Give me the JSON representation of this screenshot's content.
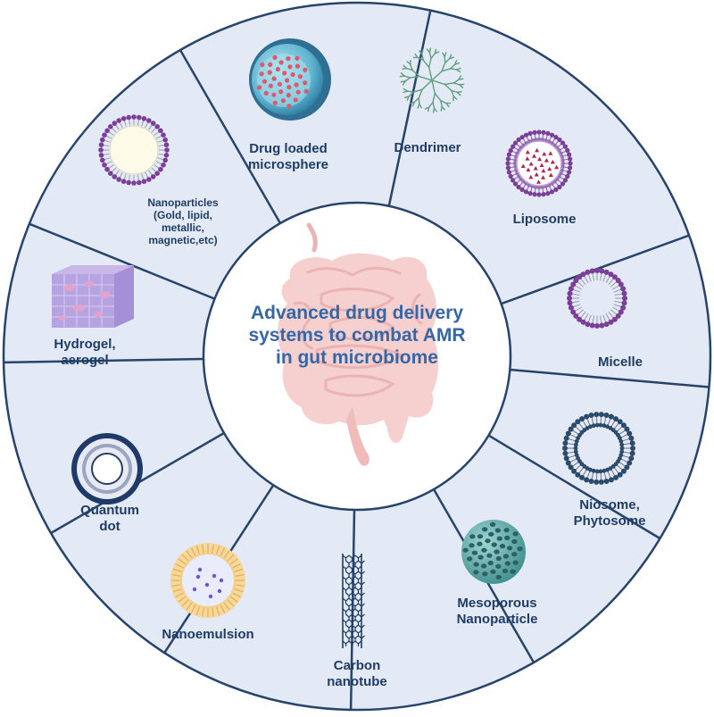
{
  "center_title": [
    "Advanced drug delivery",
    "systems to combat AMR",
    "in gut microbiome"
  ],
  "segments": [
    {
      "id": "drug-loaded-microsphere",
      "lines": [
        "Drug loaded",
        "microsphere"
      ]
    },
    {
      "id": "dendrimer",
      "lines": [
        "Dendrimer"
      ]
    },
    {
      "id": "liposome",
      "lines": [
        "Liposome"
      ]
    },
    {
      "id": "micelle",
      "lines": [
        "Micelle"
      ]
    },
    {
      "id": "niosome-phytosome",
      "lines": [
        "Niosome,",
        "Phytosome"
      ]
    },
    {
      "id": "mesoporous-nanoparticle",
      "lines": [
        "Mesoporous",
        "Nanoparticle"
      ]
    },
    {
      "id": "carbon-nanotube",
      "lines": [
        "Carbon",
        "nanotube"
      ]
    },
    {
      "id": "nanoemulsion",
      "lines": [
        "Nanoemulsion"
      ]
    },
    {
      "id": "quantum-dot",
      "lines": [
        "Quantum",
        "dot"
      ]
    },
    {
      "id": "hydrogel-aerogel",
      "lines": [
        "Hydrogel,",
        "aerogel"
      ]
    },
    {
      "id": "nanoparticles",
      "lines": [
        "Nanoparticles",
        "(Gold, lipid,",
        "metallic,",
        "magnetic,etc)"
      ]
    }
  ],
  "colors": {
    "segment_fill": "#e4e9f6",
    "divider": "#27446b",
    "label": "#1f3d64",
    "center_title": "#3566a5",
    "gut": "#f1b3b1"
  }
}
